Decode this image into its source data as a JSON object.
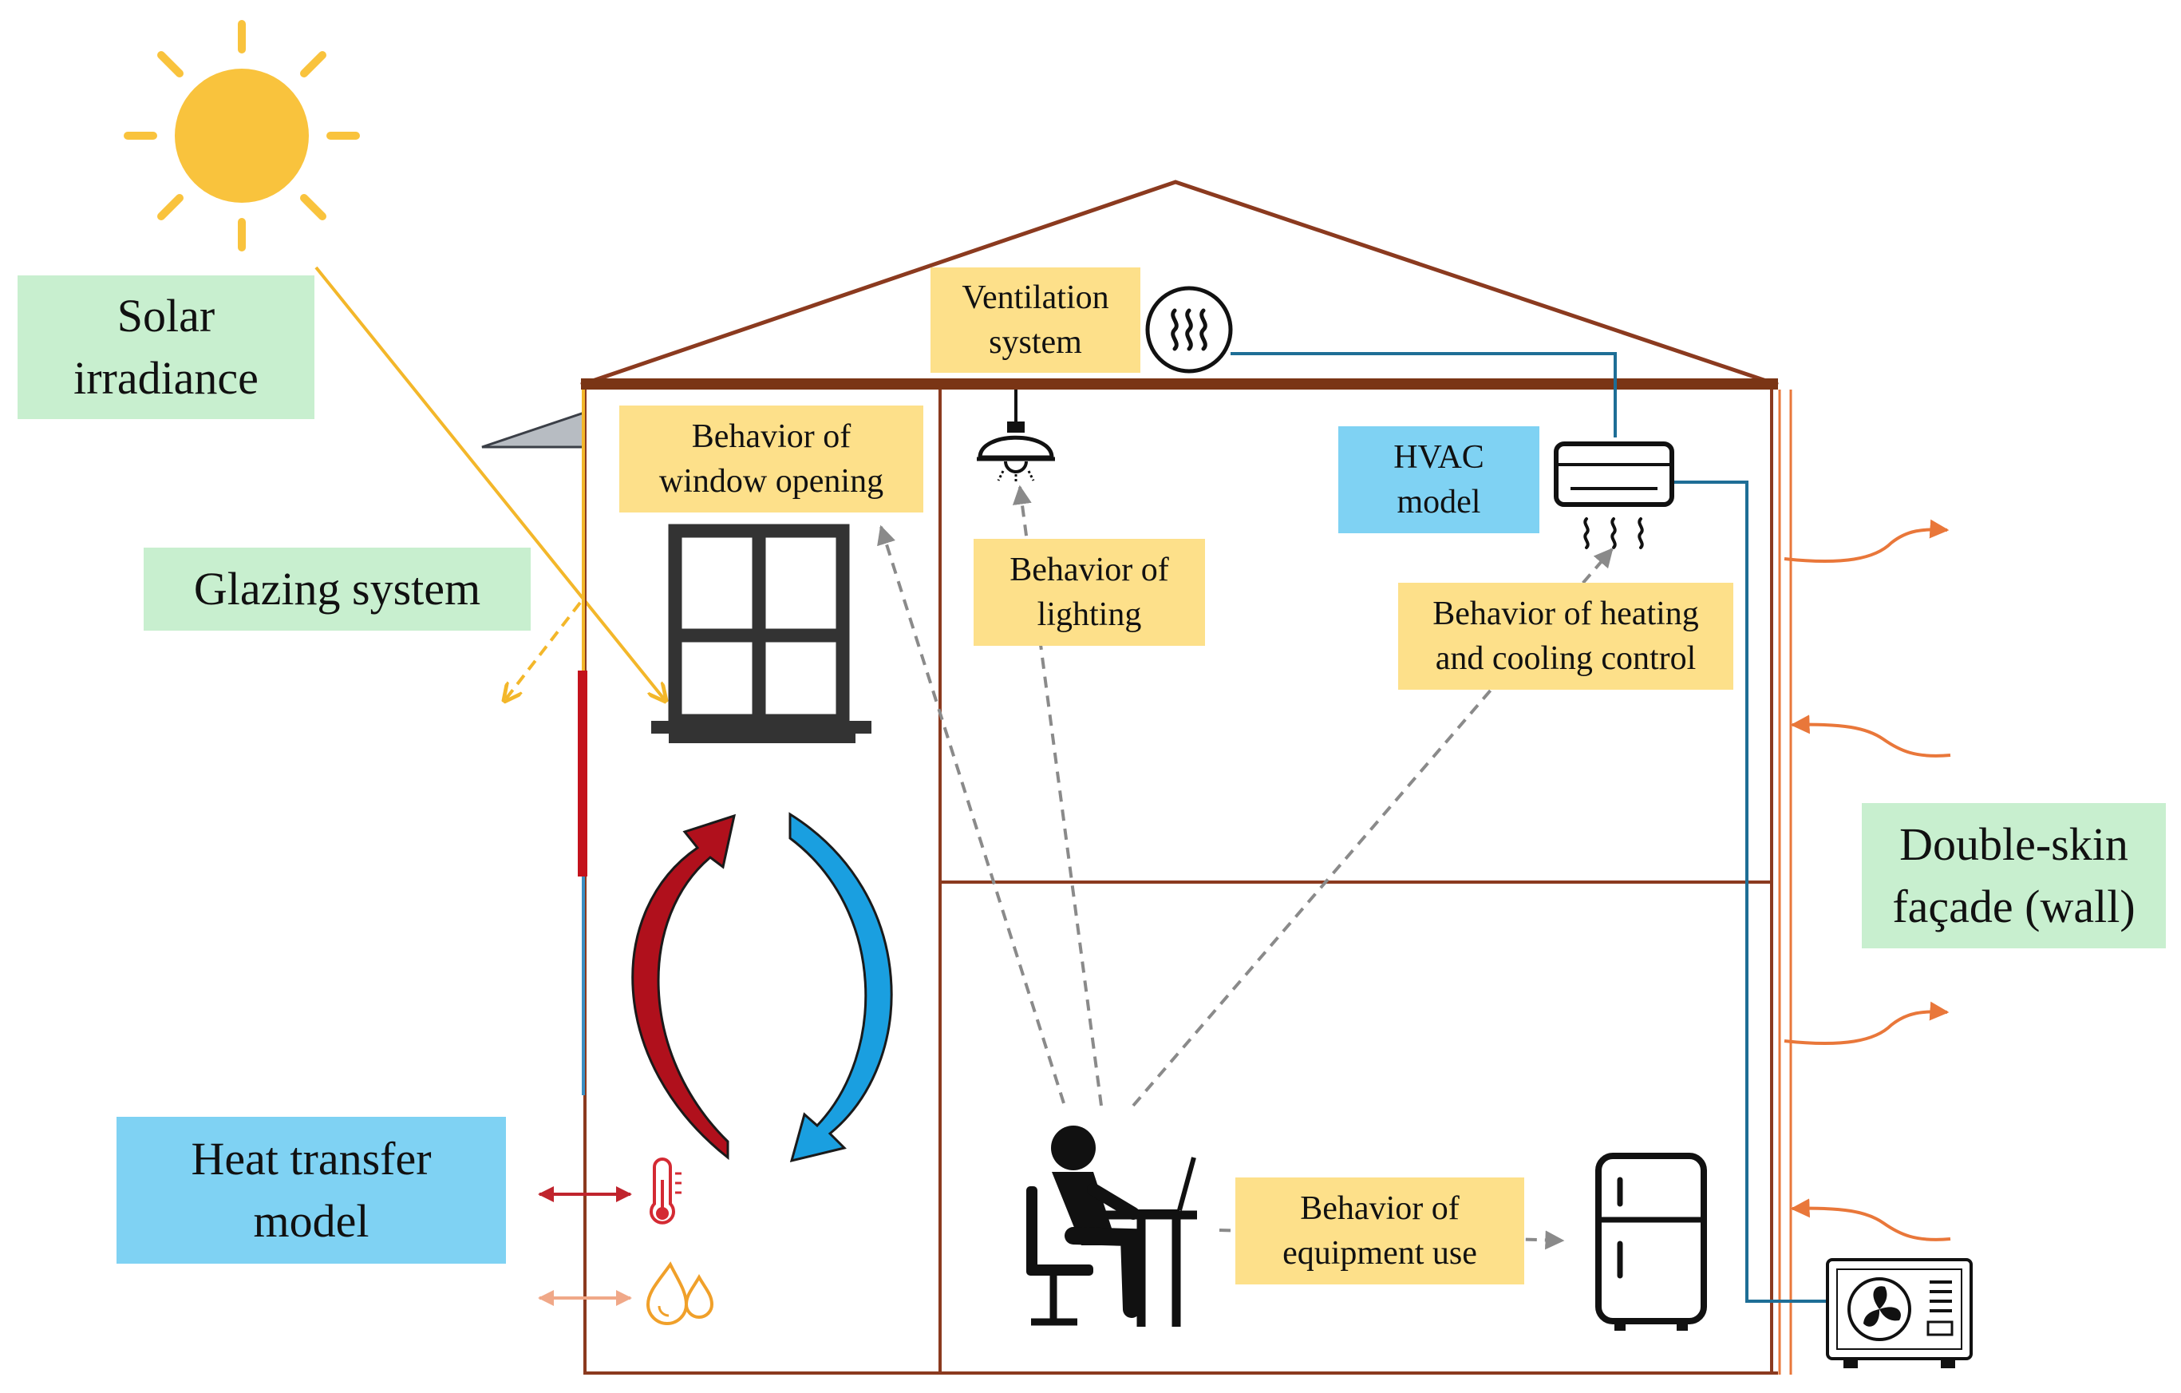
{
  "labels": {
    "solar": {
      "line1": "Solar",
      "line2": "irradiance"
    },
    "glazing": {
      "text": "Glazing system"
    },
    "heat_transfer": {
      "line1": "Heat transfer",
      "line2": "model"
    },
    "ventilation": {
      "line1": "Ventilation",
      "line2": "system"
    },
    "window": {
      "line1": "Behavior of",
      "line2": "window opening"
    },
    "lighting": {
      "line1": "Behavior of",
      "line2": "lighting"
    },
    "hvac": {
      "line1": "HVAC",
      "line2": "model"
    },
    "heating": {
      "line1": "Behavior of heating",
      "line2": "and cooling control"
    },
    "equipment": {
      "line1": "Behavior of",
      "line2": "equipment use"
    },
    "facade": {
      "line1": "Double-skin",
      "line2": "façade (wall)"
    }
  },
  "icons": [
    "sun-icon",
    "shading-overhang-icon",
    "window-icon",
    "lamp-icon",
    "ventilation-fan-icon",
    "air-conditioner-icon",
    "person-at-laptop-icon",
    "refrigerator-icon",
    "outdoor-unit-icon",
    "thermometer-icon",
    "humidity-drops-icon",
    "circulation-arrows-icon"
  ],
  "colors": {
    "wall": "#8b3a1f",
    "roof_beam": "#7a3515",
    "sun": "#f9c33d",
    "sun_ray": "#f3b72a",
    "duct": "#1e6e96",
    "warm_arrow": "#b0101c",
    "cool_arrow": "#1a9fe0",
    "heat_wave": "#e9773a",
    "dashed_link": "#8a8a8a",
    "label_green": "#c8efcf",
    "label_yellow": "#fde08a",
    "label_blue": "#7fd2f3"
  }
}
